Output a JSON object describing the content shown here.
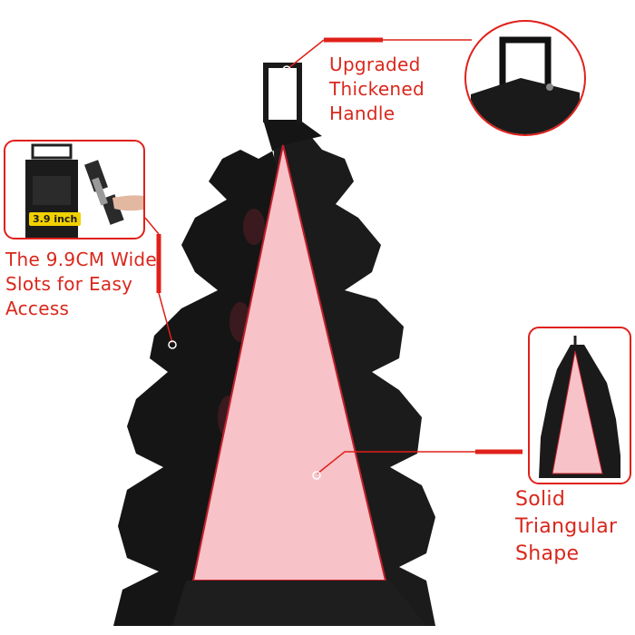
{
  "labels": {
    "handle": "Upgraded\nThickened\nHandle",
    "slots": "The 9.9CM Wide\nSlots for Easy\nAccess",
    "shape": "Solid\nTriangular\nShape"
  },
  "inset_slot_measurement": "3.9 inch",
  "colors": {
    "accent": "#e0201a",
    "label_text": "#d9271c",
    "rack": "#151515",
    "triangle_panel": "#f7c2c8"
  },
  "icons": [
    "handle-detail-icon",
    "dumbbell-icon",
    "rack-thumbnail-icon"
  ]
}
